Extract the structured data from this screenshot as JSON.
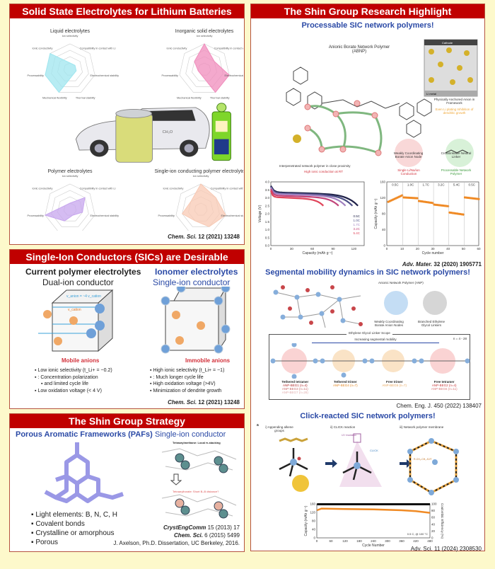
{
  "colors": {
    "background": "#fdf9cb",
    "title_bar": "#c00000",
    "heading_blue": "#2b4aa6",
    "anion_blue": "#6fa0d8",
    "cation_orange": "#f0a866",
    "highlight_red": "#d2303a"
  },
  "left": {
    "panel1": {
      "title": "Solid State Electrolytes for Lithium Batteries",
      "radar_axes": [
        "Ion selectivity",
        "Compatibility in contact with Li",
        "Electrochemical stability",
        "Thermal stability",
        "Mechanical flexibility",
        "Processability",
        "Ionic conductivity"
      ],
      "radars": [
        {
          "title": "Liquid electrolytes",
          "color": "#9fe6ef",
          "values": [
            1,
            1,
            1,
            1,
            4,
            4,
            4
          ]
        },
        {
          "title": "Inorganic solid electrolytes",
          "color": "#f08cbc",
          "values": [
            4,
            2,
            4,
            4,
            1,
            1,
            2
          ]
        },
        {
          "title": "Polymer electrolytes",
          "color": "#c7a6ee",
          "values": [
            1,
            3,
            2,
            1,
            2,
            4,
            1
          ]
        },
        {
          "title": "Single-ion conducting polymer electrolytes",
          "color": "#f8c9b4",
          "values": [
            4,
            3,
            4,
            3,
            2,
            3,
            2
          ]
        }
      ],
      "battery_label": "CH₂O",
      "citation_journal": "Chem. Sci.",
      "citation_rest": "12 (2021) 13248"
    },
    "panel2": {
      "title": "Single-Ion Conductors (SICs) are Desirable",
      "left_heading": "Current polymer electrolytes",
      "left_sub": "Dual-ion conductor",
      "right_heading": "Ionomer electrolytes",
      "right_sub": "Single-ion conductor",
      "velocity_label": "v_anion = ~4 v_cation",
      "cation_velocity": "v_cation",
      "left_caption": "Mobile anions",
      "right_caption": "Immobile anions",
      "left_bullets": [
        "Low ionic selectivity (t_Li+ = ~0.2)",
        ": Concentration polarization",
        "and limited cycle life",
        "Low oxidation voltage (< 4 V)"
      ],
      "right_bullets": [
        "High ionic selectivity (t_Li+ = ~1)",
        ": Much longer cycle life",
        "High oxidation voltage (>4V)",
        "Minimization of dendrite growth"
      ],
      "citation_journal": "Chem. Sci.",
      "citation_rest": "12 (2021) 13248"
    },
    "panel3": {
      "title": "The Shin Group Strategy",
      "left_heading": "Porous Aromatic Frameworks (PAFs)",
      "right_heading": "Single-ion conductor",
      "mol_top": "Tetraarylmethane: Local π-stacking",
      "mol_bottom": "Tetraarylborate: Short B–B distance?",
      "bullets": [
        "Light elements: B, N, C, H",
        "Covalent bonds",
        "Crystalline or amorphous",
        "Porous"
      ],
      "citations": [
        {
          "journal": "CrystEngComm",
          "rest": "15 (2013) 17"
        },
        {
          "journal": "Chem. Sci.",
          "rest": "6 (2015) 5499"
        },
        {
          "journal": "",
          "rest": "J. Axelson, Ph.D. Dissertation, UC Berkeley, 2016."
        }
      ]
    }
  },
  "right": {
    "title": "The Shin Group Research Highlight",
    "sec1": {
      "heading": "Processable SIC network polymers!",
      "polymer_name": "Anionic Borate Network Polymer",
      "polymer_abbr": "(ABNP)",
      "cathode": "Cathode",
      "li_metal": "Li metal",
      "anchored": "Physically Anchored Anion in Framework",
      "even_plating": "Even Li plating Inhibition of dendritic growth",
      "interpenetrated": "Interpenetrated network polymer in close proximity",
      "high_conduction": "High ionic conduction at RT",
      "node_label": "Weakly Coordinating Borate Anion Node",
      "linker_label": "Crosslinkable Neutral Linker",
      "node_result": "Single Li/Na/ion Conduction",
      "linker_result": "Processable Network Polymer",
      "citation_journal": "Adv. Mater.",
      "citation_rest": "32 (2020) 1905771"
    },
    "sec2": {
      "heading": "Segmental mobility dynamics in SIC network polymers!",
      "polymer_name": "Anionic Network Polymer (ANP)",
      "node_label": "Weakly Coordinating Borate Anion Nodes",
      "linker_label": "Branched Ethylene Glycol Linkers",
      "scope_title": "Ethylene Glycol Linker Scope",
      "mobility": "Increasing segmental mobility",
      "n_range": "n = 4 - 28",
      "variants": [
        {
          "name": "Tethered tetramer",
          "codes": [
            "ANP-BEG1 (n=4)",
            "ANP-BEG3 (n=11)",
            "ANP-BEG7 (n=28)"
          ]
        },
        {
          "name": "Tethered trimer",
          "codes": [
            "ANP-BEG4 (n=7)"
          ]
        },
        {
          "name": "Free trimer",
          "codes": [
            "ANP-BEG5 (n=7)"
          ]
        },
        {
          "name": "Free tetramer",
          "codes": [
            "ANP-BEG2 (n=4)",
            "ANP-BEG6 (n=11)"
          ]
        }
      ],
      "citation": "Chem. Eng. J. 450 (2022) 138407"
    },
    "sec3": {
      "heading": "Click-reacted SIC network polymers!",
      "panel_letter": "a",
      "step1": "i) Appending alkene groups",
      "step2": "ii) CLICK reaction",
      "step3": "iii) Network polymer membrane",
      "uv": "UV irradiation",
      "click": "CLICK",
      "bridge": "R-CH₂-CH₂-S-R'",
      "citation": "Adv. Sci. 11 (2024) 2308530"
    }
  },
  "chart_data": [
    {
      "type": "line",
      "xlabel": "Capacity (mAh g⁻¹)",
      "ylabel": "Voltage (V)",
      "xlim": [
        0,
        135
      ],
      "ylim": [
        0,
        4
      ],
      "xticks": [
        0,
        30,
        60,
        90,
        120
      ],
      "yticks": [
        0,
        0.5,
        1.0,
        1.5,
        2.0,
        2.5,
        3.0,
        3.5,
        4.0
      ],
      "series": [
        {
          "name": "0.5C",
          "color": "#1f2148",
          "plateau": 3.35,
          "capacity": 126
        },
        {
          "name": "1.0C",
          "color": "#4b4f86",
          "plateau": 3.3,
          "capacity": 118
        },
        {
          "name": "1.7C",
          "color": "#9f7fbf",
          "plateau": 3.25,
          "capacity": 108
        },
        {
          "name": "3.2C",
          "color": "#c2447a",
          "plateau": 3.15,
          "capacity": 98
        },
        {
          "name": "5.4C",
          "color": "#e0455a",
          "plateau": 3.05,
          "capacity": 76
        }
      ]
    },
    {
      "type": "scatter",
      "xlabel": "Cycle number",
      "ylabel": "Capacity (mAh g⁻¹)",
      "xlim": [
        0,
        60
      ],
      "ylim": [
        0,
        160
      ],
      "xticks": [
        0,
        10,
        20,
        30,
        40,
        50,
        60
      ],
      "yticks": [
        0,
        40,
        80,
        120,
        160
      ],
      "color": "#f08a24",
      "segments": [
        {
          "label": "0.5C",
          "cycles": [
            1,
            10
          ],
          "start": 110,
          "end": 126
        },
        {
          "label": "1.0C",
          "cycles": [
            11,
            20
          ],
          "start": 121,
          "end": 119
        },
        {
          "label": "1.7C",
          "cycles": [
            21,
            30
          ],
          "start": 112,
          "end": 107
        },
        {
          "label": "3.2C",
          "cycles": [
            31,
            40
          ],
          "start": 103,
          "end": 99
        },
        {
          "label": "5.4C",
          "cycles": [
            41,
            50
          ],
          "start": 83,
          "end": 78
        },
        {
          "label": "0.5C",
          "cycles": [
            51,
            60
          ],
          "start": 121,
          "end": 117
        }
      ]
    },
    {
      "type": "line",
      "xlabel": "Cycle Number",
      "ylabel": "Capacity (mAh g⁻¹)",
      "y2label": "Coulombic Efficiency (%)",
      "xlim": [
        0,
        480
      ],
      "ylim": [
        0,
        160
      ],
      "y2lim": [
        0,
        100
      ],
      "xticks": [
        0,
        60,
        120,
        180,
        240,
        300,
        360,
        420,
        480
      ],
      "yticks": [
        0,
        40,
        80,
        120,
        160
      ],
      "y2ticks": [
        0,
        20,
        40,
        60,
        80,
        100
      ],
      "annotation": "0.5 C, @ 100 °C",
      "series": [
        {
          "name": "capacity",
          "color": "#f08a24",
          "points": [
            [
              1,
              130
            ],
            [
              20,
              138
            ],
            [
              120,
              136
            ],
            [
              240,
              134
            ],
            [
              360,
              130
            ],
            [
              420,
              126
            ],
            [
              480,
              118
            ]
          ]
        },
        {
          "name": "coulombic efficiency",
          "color": "#111",
          "axis": "y2",
          "points": [
            [
              1,
              99
            ],
            [
              480,
              99
            ]
          ]
        }
      ]
    }
  ]
}
